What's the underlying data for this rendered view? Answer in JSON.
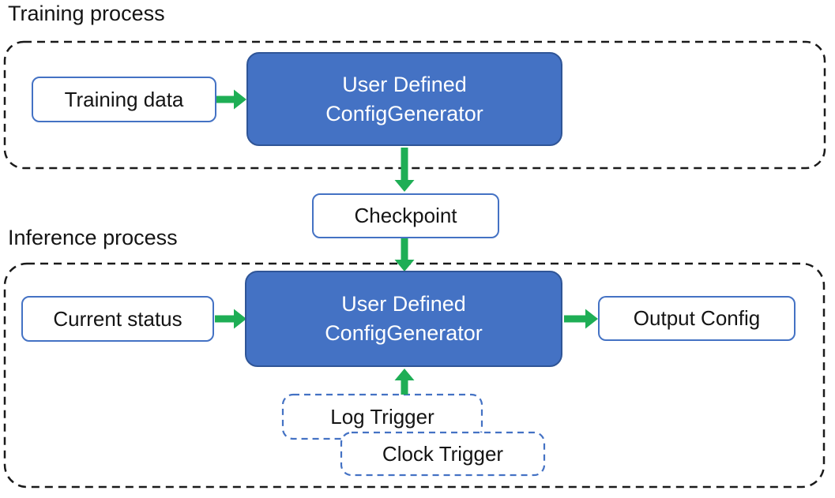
{
  "diagram": {
    "training_section": {
      "title": "Training process",
      "input_box_label": "Training data",
      "generator_box": {
        "line1": "User Defined",
        "line2": "ConfigGenerator"
      }
    },
    "checkpoint_box_label": "Checkpoint",
    "inference_section": {
      "title": "Inference process",
      "input_box_label": "Current status",
      "generator_box": {
        "line1": "User Defined",
        "line2": "ConfigGenerator"
      },
      "output_box_label": "Output Config",
      "log_trigger_box_label": "Log Trigger",
      "clock_trigger_box_label": "Clock Trigger"
    },
    "colors": {
      "generator_fill": "#4472C4",
      "generator_border": "#2F5597",
      "box_border_blue": "#4472C4",
      "trigger_dash_blue": "#4472C4",
      "arrow_green": "#1EAE55",
      "container_dash_black": "#1A1A1A",
      "text_dark": "#141414",
      "text_light": "#FFFFFF"
    }
  }
}
